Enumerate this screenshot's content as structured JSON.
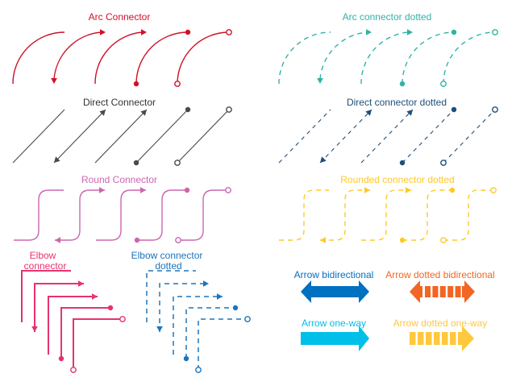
{
  "sections": {
    "arc": {
      "label": "Arc Connector",
      "color": "#d0112b"
    },
    "arc_dotted": {
      "label": "Arc connector dotted",
      "color": "#2fb3a6"
    },
    "direct": {
      "label": "Direct Connector",
      "color": "#4a4a4a"
    },
    "direct_dotted": {
      "label": "Direct connector dotted",
      "color": "#1f4e79"
    },
    "round": {
      "label": "Round Connector",
      "color": "#cc66b0"
    },
    "round_dotted": {
      "label": "Rounded connector dotted",
      "color": "#ffc928"
    },
    "elbow": {
      "label_line1": "Elbow",
      "label_line2": "connector",
      "color": "#e6336e"
    },
    "elbow_dotted": {
      "label_line1": "Elbow connector",
      "label_line2": "dotted",
      "color": "#1b75bc"
    },
    "arrow_bidirectional": {
      "label": "Arrow bidirectional",
      "color": "#0070c0"
    },
    "arrow_dotted_bidirectional": {
      "label": "Arrow dotted bidirectional",
      "color": "#f26522"
    },
    "arrow_one_way": {
      "label": "Arrow one-way",
      "color": "#00bfe8"
    },
    "arrow_dotted_one_way": {
      "label": "Arrow dotted one-way",
      "color": "#ffc83d"
    }
  },
  "endpoint_styles": [
    "none",
    "arrow-both",
    "arrow-end",
    "filled-dot",
    "open-circle"
  ]
}
